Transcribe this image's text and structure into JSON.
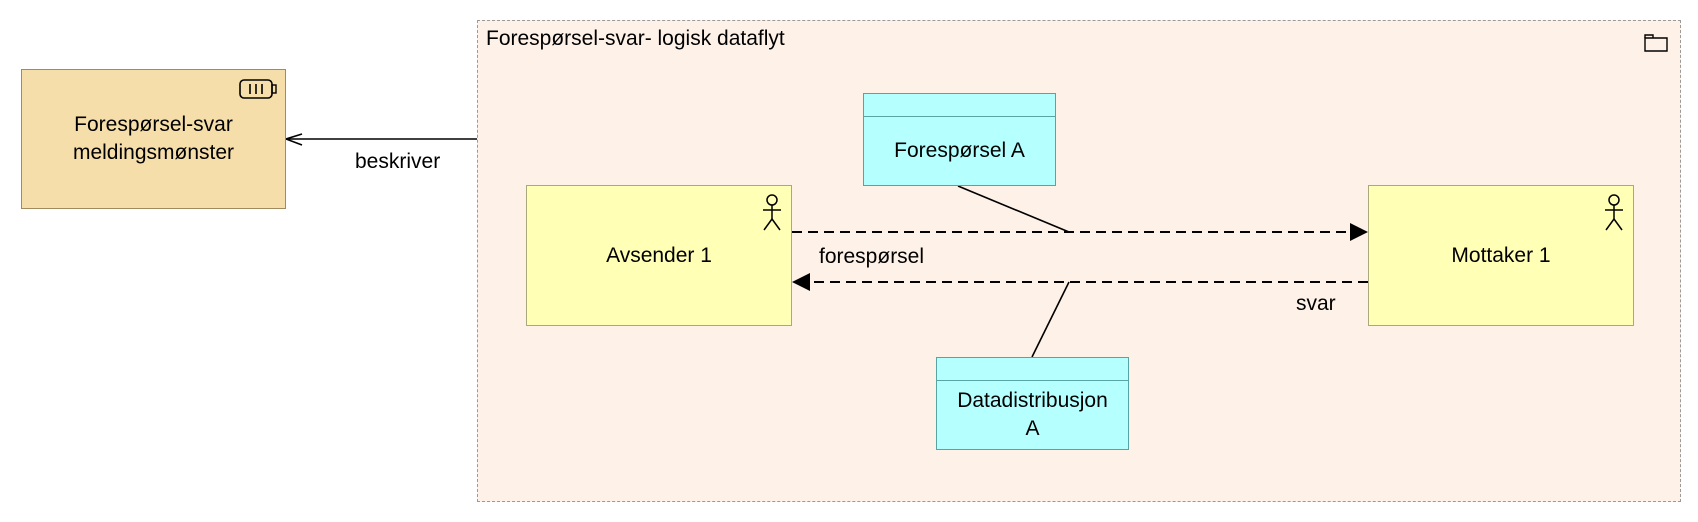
{
  "group": {
    "title": "Forespørsel-svar- logisk dataflyt",
    "icon": "folder-icon"
  },
  "pattern": {
    "line1": "Forespørsel-svar",
    "line2": "meldingsmønster",
    "icon": "battery-icon"
  },
  "actors": {
    "sender": {
      "label": "Avsender 1",
      "icon": "actor-icon"
    },
    "receiver": {
      "label": "Mottaker 1",
      "icon": "actor-icon"
    }
  },
  "data_objects": {
    "request": {
      "label": "Forespørsel A"
    },
    "distribution": {
      "line1": "Datadistribusjon",
      "line2": "A"
    }
  },
  "connections": {
    "describes": "beskriver",
    "request": "forespørsel",
    "reply": "svar"
  },
  "colors": {
    "pattern_fill": "#f5deaa",
    "group_fill": "#fdf1e8",
    "actor_fill": "#ffffb5",
    "data_fill": "#b5ffff",
    "group_border": "#9a9a9a"
  }
}
